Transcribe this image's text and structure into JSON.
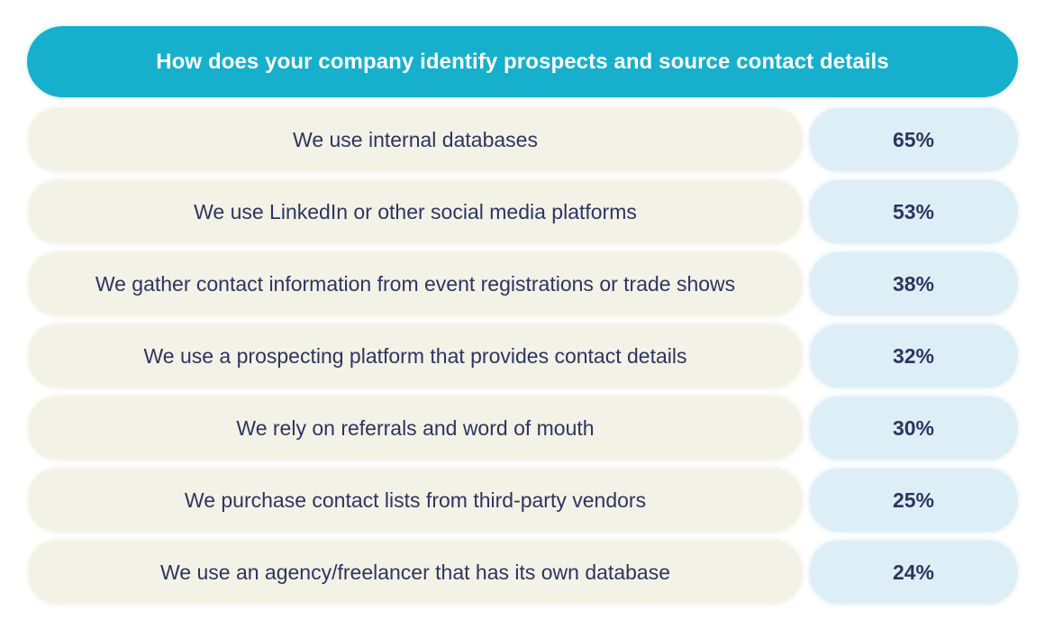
{
  "header": {
    "title": "How does your company identify prospects and source contact details"
  },
  "rows": [
    {
      "label": "We use internal databases",
      "value": "65%"
    },
    {
      "label": "We use LinkedIn or other social media platforms",
      "value": "53%"
    },
    {
      "label": "We gather contact information from event registrations or trade shows",
      "value": "38%"
    },
    {
      "label": "We use a prospecting platform that provides contact details",
      "value": "32%"
    },
    {
      "label": "We rely on referrals and word of mouth",
      "value": "30%"
    },
    {
      "label": "We purchase contact lists from third-party vendors",
      "value": "25%"
    },
    {
      "label": "We use an agency/freelancer that has its own database",
      "value": "24%"
    }
  ],
  "colors": {
    "header_bg": "#16b0cd",
    "label_bg": "#f3f2e6",
    "value_bg": "#ddeef6",
    "text": "#2d3560"
  },
  "chart_data": {
    "type": "table",
    "title": "How does your company identify prospects and source contact details",
    "categories": [
      "We use internal databases",
      "We use LinkedIn or other social media platforms",
      "We gather contact information from event registrations or trade shows",
      "We use a prospecting platform that provides contact details",
      "We rely on referrals and word of mouth",
      "We purchase contact lists from third-party vendors",
      "We use an agency/freelancer that has its own database"
    ],
    "values": [
      65,
      53,
      38,
      32,
      30,
      25,
      24
    ],
    "unit": "%"
  }
}
